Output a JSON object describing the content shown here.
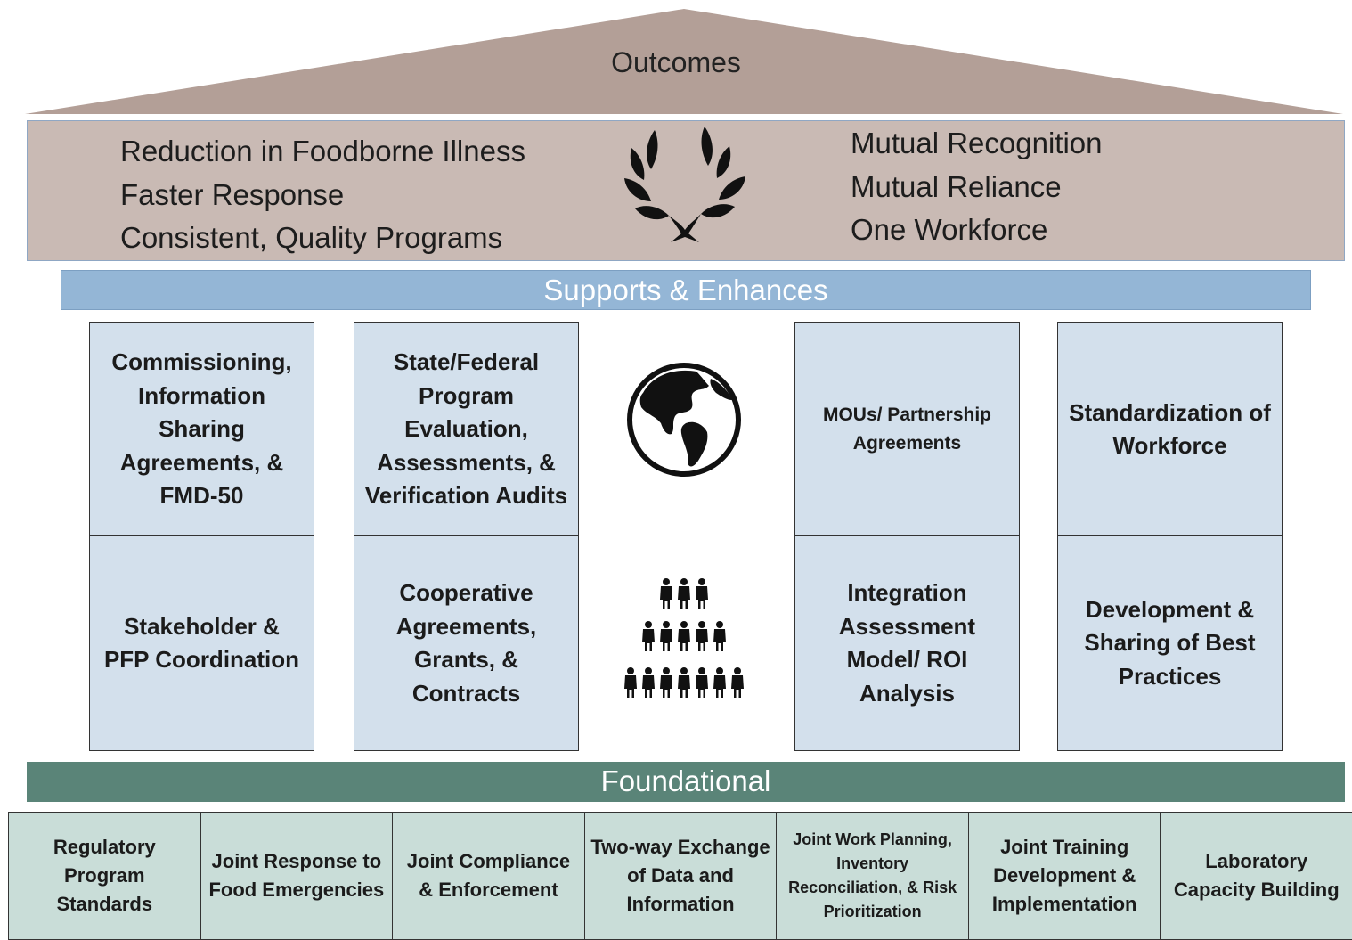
{
  "roof": {
    "title": "Outcomes",
    "color": "#b39f97"
  },
  "outcomes": {
    "left": [
      "Reduction in Foodborne Illness",
      "Faster Response",
      "Consistent, Quality Programs"
    ],
    "right": [
      "Mutual Recognition",
      "Mutual Reliance",
      "One Workforce"
    ],
    "icon": "laurel-wreath-icon"
  },
  "supports": {
    "label": "Supports & Enhances",
    "color": "#94b6d6"
  },
  "pillars": {
    "col1_top": "Commissioning, Information Sharing Agreements, & FMD-50",
    "col1_bottom": "Stakeholder & PFP Coordination",
    "col2_top": "State/Federal Program Evaluation, Assessments, & Verification Audits",
    "col2_bottom": "Cooperative Agreements, Grants, & Contracts",
    "col3_top": "MOUs/ Partnership Agreements",
    "col3_bottom": "Integration Assessment Model/ ROI Analysis",
    "col4_top": "Standardization of Workforce",
    "col4_bottom": "Development & Sharing of Best Practices",
    "icons": [
      "globe-icon",
      "people-pyramid-icon"
    ]
  },
  "foundational": {
    "label": "Foundational",
    "color": "#5a8478",
    "items": [
      "Regulatory Program Standards",
      "Joint Response to Food Emergencies",
      "Joint Compliance & Enforcement",
      "Two-way Exchange of Data and Information",
      "Joint Work Planning, Inventory Reconciliation, & Risk Prioritization",
      "Joint Training Development & Implementation",
      "Laboratory Capacity Building"
    ]
  }
}
